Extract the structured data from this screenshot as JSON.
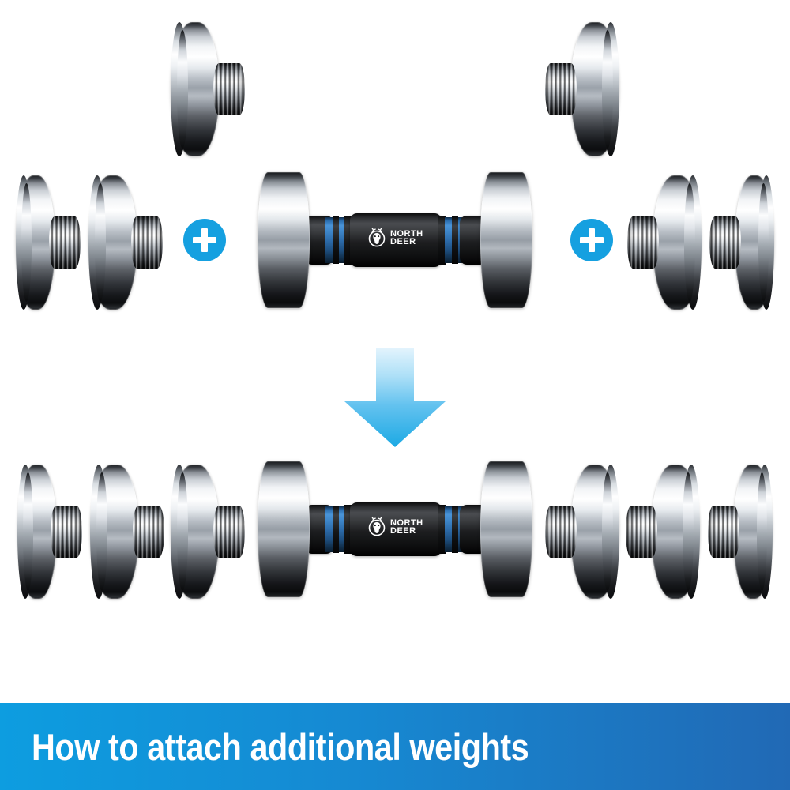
{
  "banner": {
    "title": "How to attach additional weights",
    "gradient_from": "#0d9de0",
    "gradient_to": "#2169b5",
    "text_color": "#ffffff"
  },
  "brand": {
    "name_line1": "NORTH",
    "name_line2": "DEER",
    "logo_icon": "deer-head-circle-icon",
    "logo_color": "#ffffff"
  },
  "theme": {
    "accent_blue": "#15a0e0",
    "handle_ring_blue": "#3d85c8",
    "handle_black": "#16171a",
    "chrome_light": "#ffffff",
    "chrome_dark": "#0c0d0f",
    "background": "#ffffff"
  },
  "icons": {
    "plus_badge": "plus-circle-icon",
    "down_arrow": "arrow-down-icon"
  },
  "diagram": {
    "step_top_label": "",
    "rows": [
      {
        "id": "row-top",
        "name": "extra-plates-row",
        "left_plates": 1,
        "right_plates": 1
      },
      {
        "id": "row-middle",
        "name": "assembly-equation-row",
        "left_plates": 2,
        "right_plates": 2,
        "has_dumbbell": true,
        "operators": [
          "+",
          "+"
        ]
      },
      {
        "id": "row-bottom",
        "name": "result-row",
        "left_plates": 3,
        "right_plates": 3,
        "has_dumbbell": true
      }
    ]
  }
}
